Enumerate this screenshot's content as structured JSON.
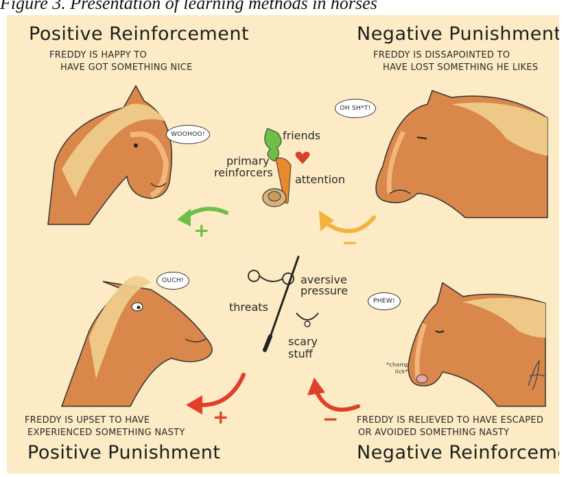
{
  "caption": "Figure 3. Presentation of learning methods in horses",
  "colors": {
    "background": "#fcebc4",
    "horse_coat": "#d9874a",
    "horse_mane": "#f0cf8e",
    "positive_reinforcement": "#6cc04a",
    "negative_punishment": "#f2b33d",
    "punishment": "#e0402a",
    "ink": "#222222"
  },
  "quadrants": {
    "positive_reinforcement": {
      "title": "Positive Reinforcement",
      "line1": "FREDDY IS HAPPY TO",
      "line2": "HAVE GOT SOMETHING NICE",
      "bubble": "WOOHOO!",
      "sign": "+"
    },
    "negative_punishment": {
      "title": "Negative Punishment",
      "line1": "FREDDY IS DISSAPOINTED TO",
      "line2": "HAVE LOST SOMETHING HE LIKES",
      "bubble": "OH SH*T!",
      "sign": "−"
    },
    "positive_punishment": {
      "title": "Positive Punishment",
      "line1": "FREDDY IS UPSET TO HAVE",
      "line2": "EXPERIENCED SOMETHING NASTY",
      "bubble": "OUCH!",
      "sign": "+"
    },
    "negative_reinforcement": {
      "title": "Negative Reinforcement",
      "line1": "FREDDY IS RELIEVED TO HAVE ESCAPED",
      "line2": "OR AVOIDED SOMETHING NASTY",
      "bubble": "PHEW!",
      "sign": "−",
      "note_line1": "*chomp",
      "note_line2": "lick*"
    }
  },
  "center_top": {
    "friends": "friends",
    "primary_line1": "primary",
    "primary_line2": "reinforcers",
    "attention": "attention"
  },
  "center_bottom": {
    "aversive_line1": "aversive",
    "aversive_line2": "pressure",
    "threats": "threats",
    "scary_line1": "scary",
    "scary_line2": "stuff"
  }
}
